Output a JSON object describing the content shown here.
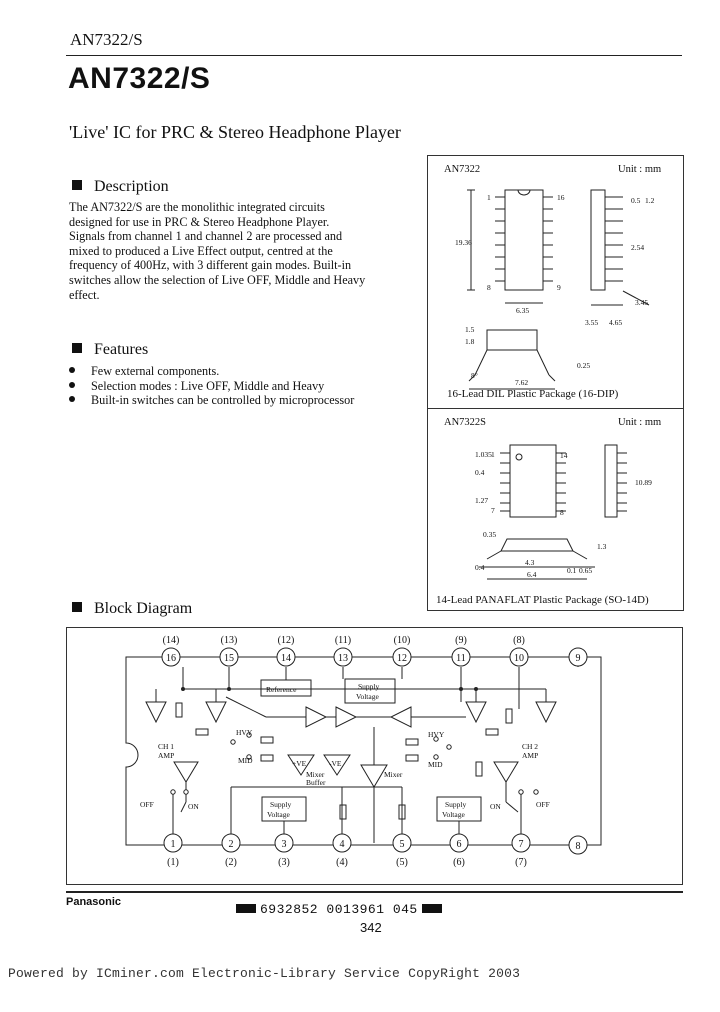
{
  "header": {
    "small_title": "AN7322/S",
    "big_title": "AN7322/S"
  },
  "subtitle": "'Live' IC for PRC & Stereo Headphone Player",
  "description": {
    "heading": "Description",
    "lines": [
      "The AN7322/S are the monolithic integrated circuits",
      "designed for use in PRC & Stereo Headphone Player.",
      "Signals from channel 1 and channel 2 are processed and",
      "mixed to produced a Live Effect output, centred at the",
      "frequency of 400Hz, with 3 different gain modes.  Built-in",
      "switches allow the selection of Live OFF, Middle and Heavy",
      "effect."
    ]
  },
  "features": {
    "heading": "Features",
    "items": [
      "Few external components.",
      "Selection modes : Live OFF, Middle and Heavy",
      "Built-in switches can be controlled by microprocessor"
    ]
  },
  "packages": {
    "dip": {
      "name": "AN7322",
      "unit": "Unit : mm",
      "caption": "16-Lead DIL Plastic Package (16-DIP)",
      "dims": [
        "16",
        "9",
        "1",
        "8",
        "19.36",
        "6.35",
        "0.5",
        "1.2",
        "2.54",
        "3.45",
        "3.55",
        "4.65",
        "1.5",
        "1.8",
        "0.25",
        "7.62",
        "8°"
      ]
    },
    "so": {
      "name": "AN7322S",
      "unit": "Unit : mm",
      "caption": "14-Lead PANAFLAT Plastic Package (SO-14D)",
      "dims": [
        "14",
        "1",
        "7",
        "8",
        "1.035",
        "0.4",
        "1.27",
        "10.89",
        "0.35",
        "1.3",
        "0.4",
        "4.3",
        "6.4",
        "0.1",
        "0.65"
      ]
    }
  },
  "block_diagram": {
    "heading": "Block Diagram",
    "top_pins": [
      {
        "num": "16",
        "paren": "(14)"
      },
      {
        "num": "15",
        "paren": "(13)"
      },
      {
        "num": "14",
        "paren": "(12)"
      },
      {
        "num": "13",
        "paren": "(11)"
      },
      {
        "num": "12",
        "paren": "(10)"
      },
      {
        "num": "11",
        "paren": "(9)"
      },
      {
        "num": "10",
        "paren": "(8)"
      },
      {
        "num": "9",
        "paren": ""
      }
    ],
    "bottom_pins": [
      {
        "num": "1",
        "paren": "(1)"
      },
      {
        "num": "2",
        "paren": "(2)"
      },
      {
        "num": "3",
        "paren": "(3)"
      },
      {
        "num": "4",
        "paren": "(4)"
      },
      {
        "num": "5",
        "paren": "(5)"
      },
      {
        "num": "6",
        "paren": "(6)"
      },
      {
        "num": "7",
        "paren": "(7)"
      },
      {
        "num": "8",
        "paren": ""
      }
    ],
    "labels": {
      "reference": "Reference",
      "supply_voltage_1": "Supply",
      "supply_voltage_2": "Voltage",
      "ch1_amp_1": "CH 1",
      "ch1_amp_2": "AMP",
      "ch2_amp_1": "CH 2",
      "ch2_amp_2": "AMP",
      "hvy": "HVY",
      "mid": "MID",
      "off": "OFF",
      "on": "ON",
      "plus_ve": "+VE",
      "minus_ve": "-VE",
      "mixer_buffer_1": "Mixer",
      "mixer_buffer_2": "Buffer",
      "mixer": "Mixer"
    }
  },
  "footer": {
    "brand": "Panasonic",
    "barcode": "6932852 0013961 045",
    "page_number": "342",
    "service_line": "Powered by ICminer.com Electronic-Library Service CopyRight 2003"
  }
}
